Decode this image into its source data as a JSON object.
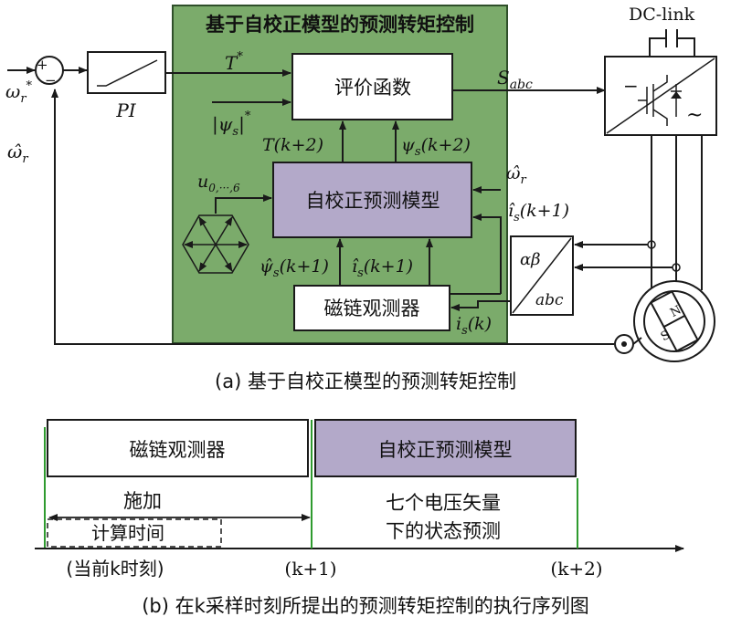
{
  "colors": {
    "panel": "#7bab6b",
    "panel_border": "#2f4f2a",
    "model_block": "#b3a9c9",
    "timeline_fill": "#b3a9c9",
    "green_line": "#2f9b2f"
  },
  "fig_a": {
    "panel_title": "基于自校正模型的预测转矩控制",
    "caption": "(a) 基于自校正模型的预测转矩控制",
    "dc_link": "DC-link",
    "pi_label": "PI",
    "omega_ref": "ω",
    "omega_ref_sub": "r",
    "omega_ref_sup": "*",
    "omega_hat_fb": "ω̂",
    "omega_hat_fb_sub": "r",
    "summer_plus": "+",
    "summer_minus": "−",
    "t_ref": "T",
    "t_ref_sup": "*",
    "psi_ref": "|ψ",
    "psi_ref_sub": "s",
    "psi_ref_tail": "|",
    "psi_ref_sup": "*",
    "eval_block": "评价函数",
    "s_abc": "S",
    "s_abc_sub": "abc",
    "t_pred": "T(k+2)",
    "psi_pred": "ψ",
    "psi_pred_sub": "s",
    "psi_pred_tail": "(k+2)",
    "model_block": "自校正预测模型",
    "u_vec": "u",
    "u_vec_sub": "0,···,6",
    "omega_hat_in": "ω̂",
    "omega_hat_in_sub": "r",
    "is_hat_in": "î",
    "is_hat_in_sub": "s",
    "is_hat_in_tail": "(k+1)",
    "psi_hat_out": "ψ̂",
    "psi_hat_out_sub": "s",
    "psi_hat_out_tail": "(k+1)",
    "is_hat_out": "î",
    "is_hat_out_sub": "s",
    "is_hat_out_tail": "(k+1)",
    "observer_block": "磁链观测器",
    "is_meas": "i",
    "is_meas_sub": "s",
    "is_meas_tail": "(k)",
    "alphabeta": "αβ",
    "abc": "abc",
    "inverter_minus": "−",
    "inverter_tilde": "~",
    "motor_n": "N",
    "motor_s": "S"
  },
  "fig_b": {
    "observer_bar": "磁链观测器",
    "model_bar": "自校正预测模型",
    "apply": "施加",
    "calc_time": "计算时间",
    "seven_vectors_line1": "七个电压矢量",
    "seven_vectors_line2": "下的状态预测",
    "tick_k": "(当前k时刻)",
    "tick_k1": "(k+1)",
    "tick_k2": "(k+2)",
    "caption": "(b) 在k采样时刻所提出的预测转矩控制的执行序列图"
  }
}
